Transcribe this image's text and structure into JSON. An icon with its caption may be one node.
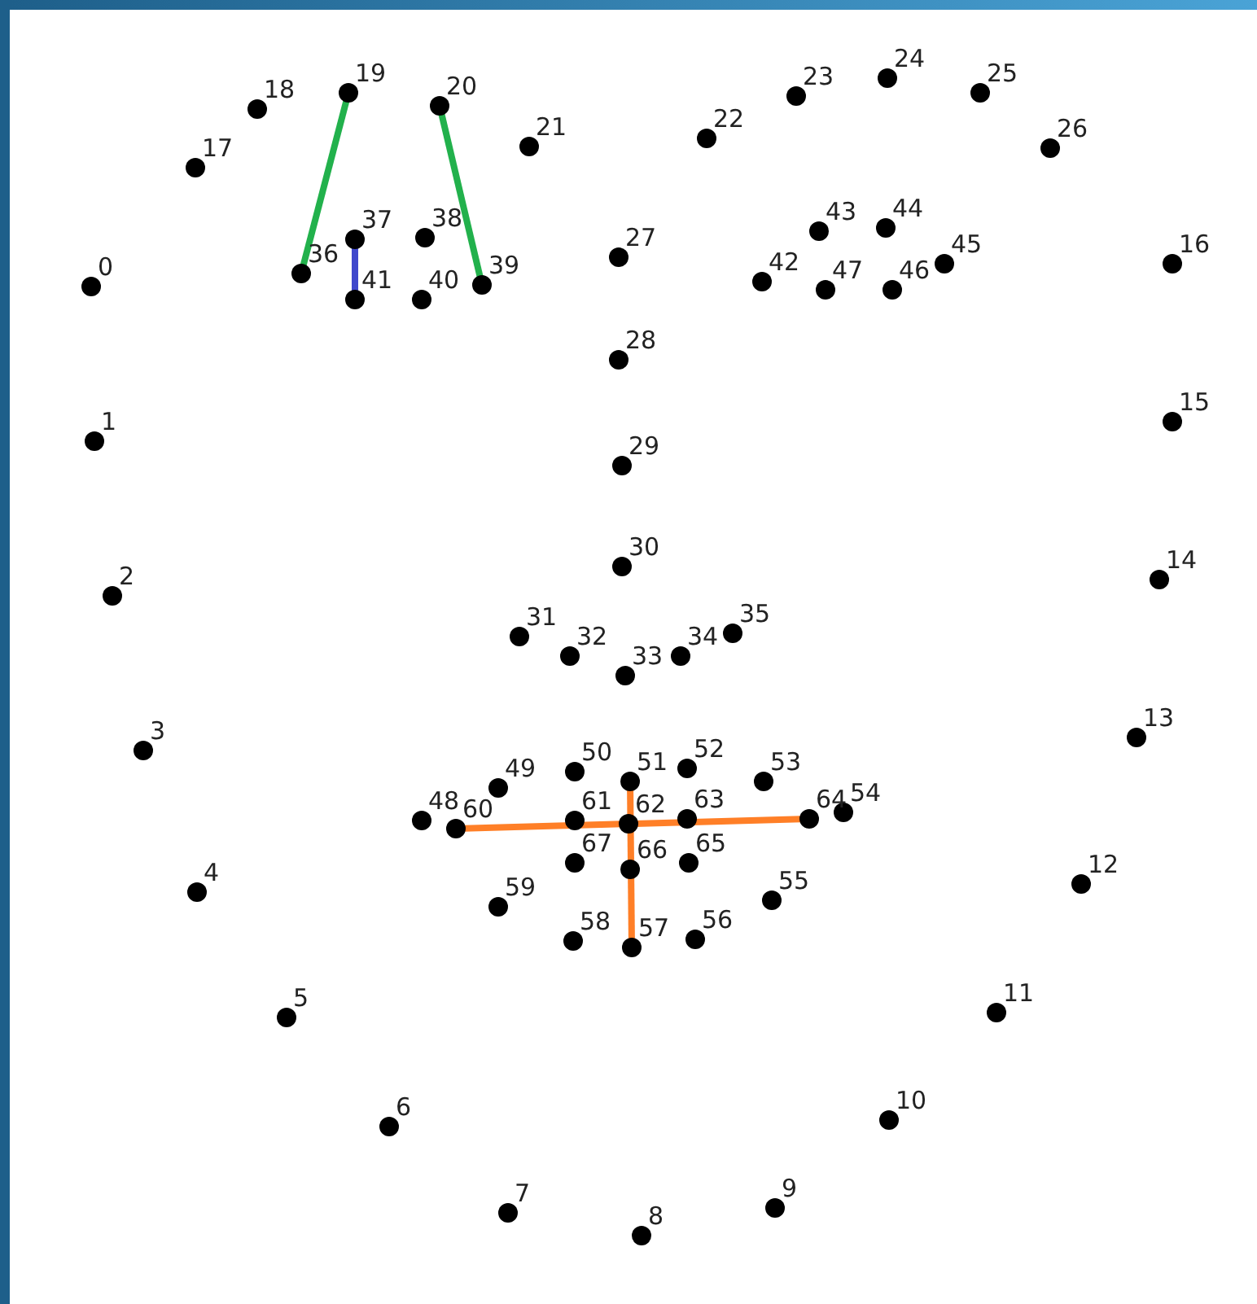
{
  "diagram": {
    "nodes": [
      {
        "text": [],
        "shape": "circle",
        "beside": [
          "0"
        ]
      },
      {
        "text": [],
        "shape": "circle",
        "beside": [
          "1"
        ]
      },
      {
        "text": [],
        "shape": "circle",
        "beside": [
          "2"
        ]
      },
      {
        "text": [],
        "shape": "circle",
        "beside": [
          "3"
        ]
      },
      {
        "text": [],
        "shape": "circle",
        "beside": [
          "4"
        ]
      },
      {
        "text": [],
        "shape": "circle",
        "beside": [
          "5"
        ]
      },
      {
        "text": [],
        "shape": "circle",
        "beside": [
          "6"
        ]
      },
      {
        "text": [],
        "shape": "circle",
        "beside": [
          "7"
        ]
      },
      {
        "text": [],
        "shape": "circle",
        "beside": [
          "8"
        ]
      },
      {
        "text": [],
        "shape": "circle",
        "beside": [
          "9"
        ]
      },
      {
        "text": [],
        "shape": "circle",
        "beside": [
          "10"
        ]
      },
      {
        "text": [],
        "shape": "circle",
        "beside": [
          "11"
        ]
      },
      {
        "text": [],
        "shape": "circle",
        "beside": [
          "12"
        ]
      },
      {
        "text": [],
        "shape": "circle",
        "beside": [
          "13"
        ]
      },
      {
        "text": [],
        "shape": "circle",
        "beside": [
          "14"
        ]
      },
      {
        "text": [],
        "shape": "circle",
        "beside": [
          "15"
        ]
      },
      {
        "text": [],
        "shape": "circle",
        "beside": [
          "16"
        ]
      },
      {
        "text": [],
        "shape": "circle",
        "beside": [
          "17"
        ]
      },
      {
        "text": [],
        "shape": "circle",
        "beside": [
          "18"
        ]
      },
      {
        "text": [],
        "shape": "circle",
        "beside": [
          "19"
        ]
      },
      {
        "text": [],
        "shape": "circle",
        "beside": [
          "20"
        ]
      },
      {
        "text": [],
        "shape": "circle",
        "beside": [
          "21"
        ]
      },
      {
        "text": [],
        "shape": "circle",
        "beside": [
          "22"
        ]
      },
      {
        "text": [],
        "shape": "circle",
        "beside": [
          "23"
        ]
      },
      {
        "text": [],
        "shape": "circle",
        "beside": [
          "24"
        ]
      },
      {
        "text": [],
        "shape": "circle",
        "beside": [
          "25"
        ]
      },
      {
        "text": [],
        "shape": "circle",
        "beside": [
          "26"
        ]
      },
      {
        "text": [],
        "shape": "circle",
        "beside": [
          "27"
        ]
      },
      {
        "text": [],
        "shape": "circle",
        "beside": [
          "28"
        ]
      },
      {
        "text": [],
        "shape": "circle",
        "beside": [
          "29"
        ]
      },
      {
        "text": [],
        "shape": "circle",
        "beside": [
          "30"
        ]
      },
      {
        "text": [],
        "shape": "circle",
        "beside": [
          "31"
        ]
      },
      {
        "text": [],
        "shape": "circle",
        "beside": [
          "32"
        ]
      },
      {
        "text": [],
        "shape": "circle",
        "beside": [
          "33"
        ]
      },
      {
        "text": [],
        "shape": "circle",
        "beside": [
          "34"
        ]
      },
      {
        "text": [],
        "shape": "circle",
        "beside": [
          "35"
        ]
      },
      {
        "text": [],
        "shape": "circle",
        "beside": [
          "36"
        ]
      },
      {
        "text": [],
        "shape": "circle",
        "beside": [
          "37"
        ]
      },
      {
        "text": [],
        "shape": "circle",
        "beside": [
          "38"
        ]
      },
      {
        "text": [],
        "shape": "circle",
        "beside": [
          "39"
        ]
      },
      {
        "text": [],
        "shape": "circle",
        "beside": [
          "40"
        ]
      },
      {
        "text": [],
        "shape": "circle",
        "beside": [
          "41"
        ]
      },
      {
        "text": [],
        "shape": "circle",
        "beside": [
          "42"
        ]
      },
      {
        "text": [],
        "shape": "circle",
        "beside": [
          "43"
        ]
      },
      {
        "text": [],
        "shape": "circle",
        "beside": [
          "44"
        ]
      },
      {
        "text": [],
        "shape": "circle",
        "beside": [
          "45"
        ]
      },
      {
        "text": [],
        "shape": "circle",
        "beside": [
          "46"
        ]
      },
      {
        "text": [],
        "shape": "circle",
        "beside": [
          "47"
        ]
      },
      {
        "text": [],
        "shape": "circle",
        "beside": [
          "48"
        ]
      },
      {
        "text": [],
        "shape": "circle",
        "beside": [
          "49"
        ]
      },
      {
        "text": [],
        "shape": "circle",
        "beside": [
          "50"
        ]
      },
      {
        "text": [],
        "shape": "circle",
        "beside": [
          "51"
        ]
      },
      {
        "text": [],
        "shape": "circle",
        "beside": [
          "52"
        ]
      },
      {
        "text": [],
        "shape": "circle",
        "beside": [
          "53"
        ]
      },
      {
        "text": [],
        "shape": "circle",
        "beside": [
          "54"
        ]
      },
      {
        "text": [],
        "shape": "circle",
        "beside": [
          "55"
        ]
      },
      {
        "text": [],
        "shape": "circle",
        "beside": [
          "56"
        ]
      },
      {
        "text": [],
        "shape": "circle",
        "beside": [
          "57"
        ]
      },
      {
        "text": [],
        "shape": "circle",
        "beside": [
          "58"
        ]
      },
      {
        "text": [],
        "shape": "circle",
        "beside": [
          "59"
        ]
      },
      {
        "text": [],
        "shape": "circle",
        "beside": [
          "60"
        ]
      },
      {
        "text": [],
        "shape": "circle",
        "beside": [
          "61"
        ]
      },
      {
        "text": [],
        "shape": "circle",
        "beside": [
          "62"
        ]
      },
      {
        "text": [],
        "shape": "circle",
        "beside": [
          "63"
        ]
      },
      {
        "text": [],
        "shape": "circle",
        "beside": [
          "64"
        ]
      },
      {
        "text": [],
        "shape": "circle",
        "beside": [
          "65"
        ]
      },
      {
        "text": [],
        "shape": "circle",
        "beside": [
          "66"
        ]
      },
      {
        "text": [],
        "shape": "circle",
        "beside": [
          "67"
        ]
      }
    ],
    "edges": [
      {
        "from": 19,
        "to": 36,
        "arrow": "none",
        "color": "#22b14c"
      },
      {
        "from": 20,
        "to": 39,
        "arrow": "none",
        "color": "#22b14c"
      },
      {
        "from": 37,
        "to": 41,
        "arrow": "none",
        "color": "#3f48cc"
      },
      {
        "from": 60,
        "to": 64,
        "arrow": "none",
        "color": "#ff7f27"
      },
      {
        "from": 51,
        "to": 57,
        "arrow": "none",
        "color": "#ff7f27"
      }
    ]
  }
}
